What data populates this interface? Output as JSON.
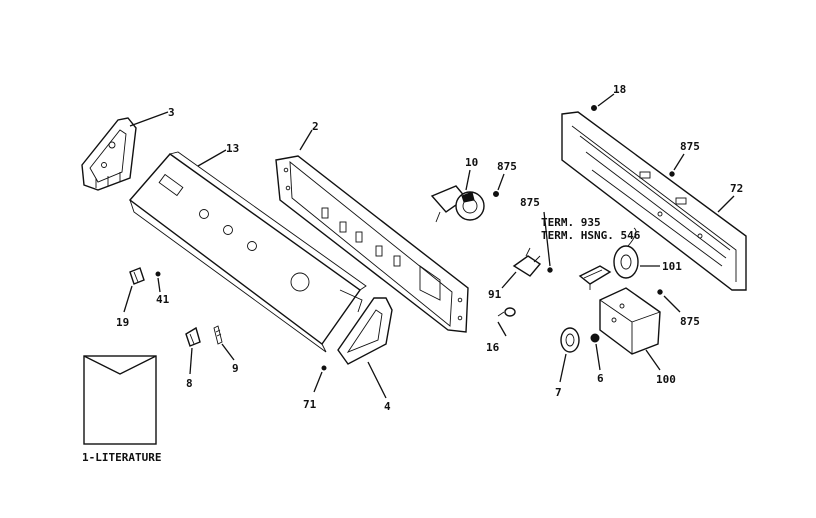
{
  "diagram": {
    "labels": {
      "p3": "3",
      "p13": "13",
      "p2": "2",
      "p10": "10",
      "p875a": "875",
      "p18": "18",
      "p875b": "875",
      "p72": "72",
      "p875c": "875",
      "term935": "TERM. 935",
      "termhsng": "TERM. HSNG. 546",
      "p101": "101",
      "p91": "91",
      "p16": "16",
      "p875d": "875",
      "p19": "19",
      "p41": "41",
      "p8": "8",
      "p9": "9",
      "p71": "71",
      "p4": "4",
      "p7": "7",
      "p6": "6",
      "p100": "100",
      "literature": "1-LITERATURE"
    }
  }
}
